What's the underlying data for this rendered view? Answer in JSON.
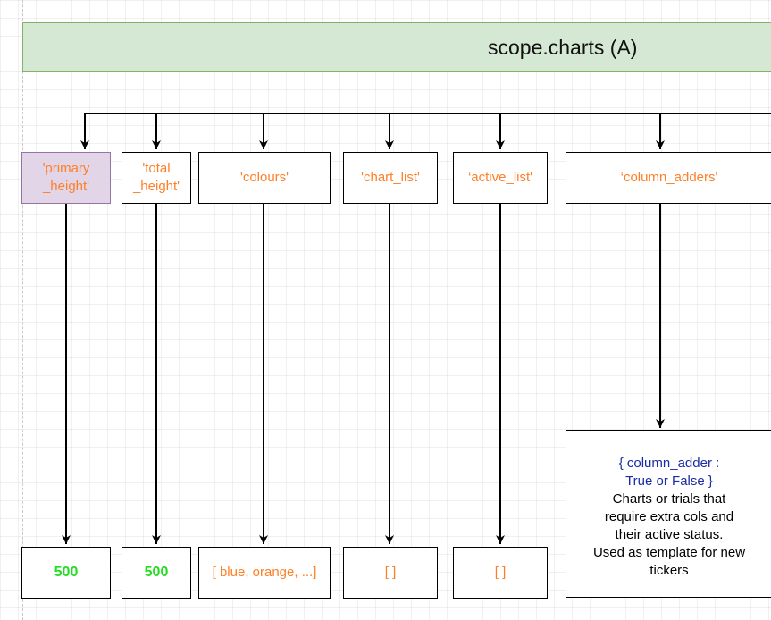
{
  "header": {
    "title": "scope.charts (A)"
  },
  "keys": [
    {
      "id": "primary_height",
      "label": "'primary\n_height'"
    },
    {
      "id": "total_height",
      "label": "'total\n_height'"
    },
    {
      "id": "colours",
      "label": "'colours'"
    },
    {
      "id": "chart_list",
      "label": "'chart_list'"
    },
    {
      "id": "active_list",
      "label": "‘active_list'"
    },
    {
      "id": "column_adders",
      "label": "‘column_adders'"
    }
  ],
  "values": [
    {
      "id": "primary_height",
      "text": "500"
    },
    {
      "id": "total_height",
      "text": "500"
    },
    {
      "id": "colours",
      "text": "[ blue, orange, ...]"
    },
    {
      "id": "chart_list",
      "text": "[ ]"
    },
    {
      "id": "active_list",
      "text": "[ ]"
    }
  ],
  "column_adders_note": {
    "code": "{ column_adder :\nTrue or False }",
    "description": "Charts or trials that\nrequire extra cols and\ntheir active status.\nUsed as template for new\ntickers"
  },
  "colors": {
    "header_fill": "#d5e8d4",
    "header_border": "#82b366",
    "key_text": "#ff7f27",
    "highlight_fill": "#e1d5e7",
    "highlight_border": "#9673a6",
    "number_value": "#22dd22",
    "code_text": "#1a2ca6"
  }
}
